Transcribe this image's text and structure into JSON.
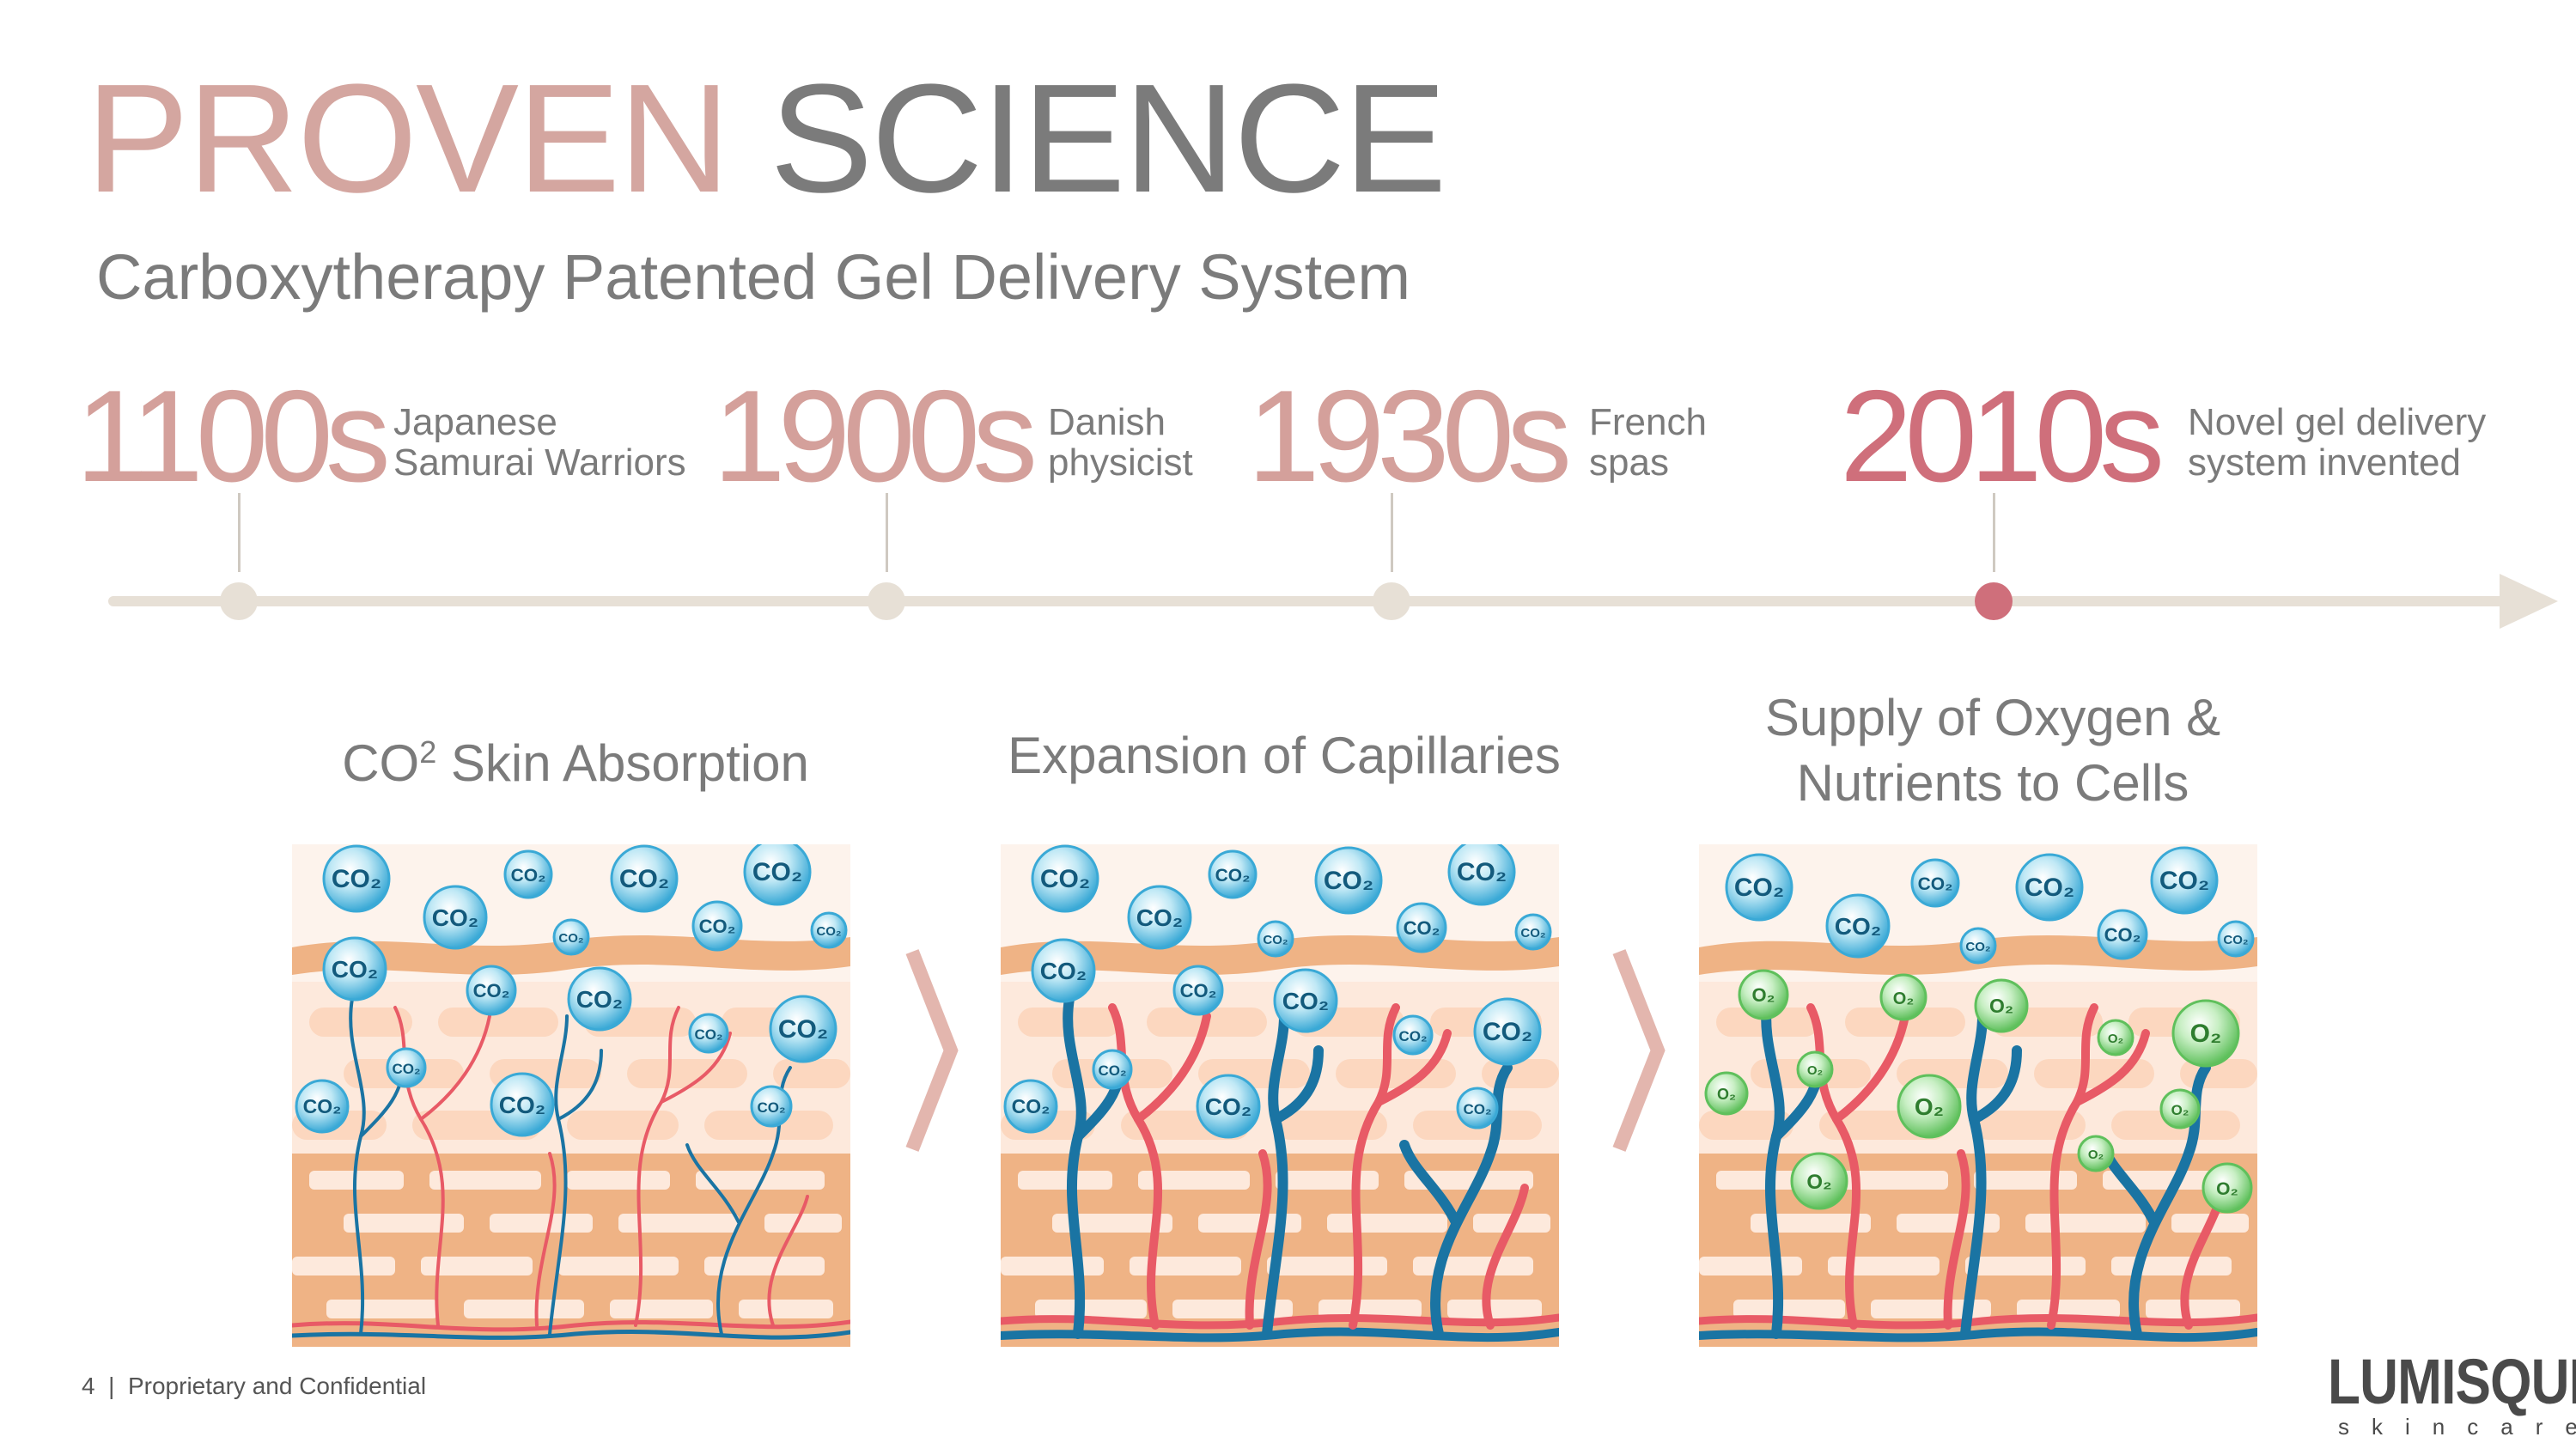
{
  "slide": {
    "title_part1": "PROVEN",
    "title_part2": "SCIENCE",
    "subtitle": "Carboxytherapy Patented Gel Delivery System"
  },
  "timeline": [
    {
      "year": "1100s",
      "line1": "Japanese",
      "line2": "Samurai Warriors",
      "highlight": false
    },
    {
      "year": "1900s",
      "line1": "Danish",
      "line2": "physicist",
      "highlight": false
    },
    {
      "year": "1930s",
      "line1": "French",
      "line2": "spas",
      "highlight": false
    },
    {
      "year": "2010s",
      "line1": "Novel gel delivery",
      "line2": "system invented",
      "highlight": true
    }
  ],
  "panels": [
    {
      "caption_pre": "CO",
      "caption_sup": "2",
      "caption_post": " Skin Absorption"
    },
    {
      "caption": "Expansion of Capillaries"
    },
    {
      "caption_line1": "Supply of Oxygen &",
      "caption_line2": "Nutrients to Cells"
    }
  ],
  "bubbles": {
    "co2_label": "CO₂",
    "o2_label": "O₂"
  },
  "footer": {
    "page": "4",
    "separator": "|",
    "text": "Proprietary and Confidential"
  },
  "brand": {
    "name": "LUMISQUE",
    "tagline": "skincare"
  },
  "colors": {
    "title_pink": "#d4a6a0",
    "title_gray": "#7b7b7b",
    "year_pink": "#d4a09b",
    "year_highlight": "#cf6f7b",
    "timeline": "#e7e0d6",
    "vein_blue": "#1a74a3",
    "artery_red": "#e85a66",
    "cell_orange": "#efb385",
    "co2_blue": "#5cbfe0",
    "o2_green": "#7ccf7a"
  }
}
